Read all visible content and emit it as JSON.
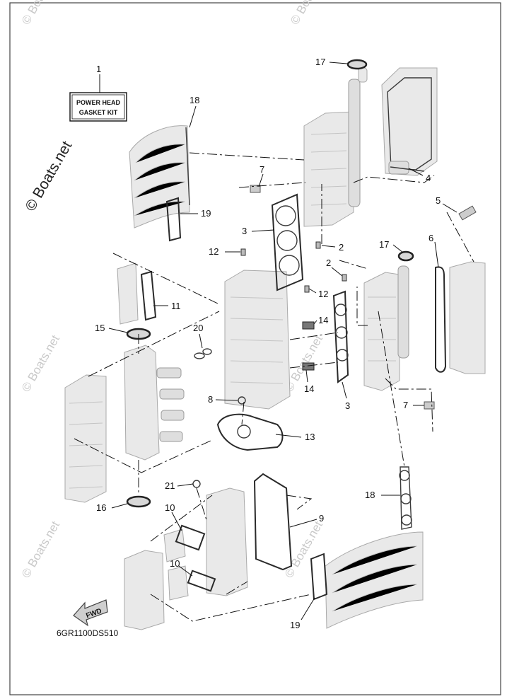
{
  "diagram_code": "6GR1100DS510",
  "kit_label": {
    "line1": "POWER HEAD",
    "line2": "GASKET KIT"
  },
  "fwd_label": "FWD",
  "watermark": {
    "main": "© Boats.net",
    "faint": "© Boats.net"
  },
  "callouts": {
    "c1": "1",
    "c2a": "2",
    "c2b": "2",
    "c3a": "3",
    "c3b": "3",
    "c4": "4",
    "c5": "5",
    "c6": "6",
    "c7a": "7",
    "c7b": "7",
    "c8": "8",
    "c9": "9",
    "c10a": "10",
    "c10b": "10",
    "c11": "11",
    "c12a": "12",
    "c12b": "12",
    "c13": "13",
    "c14a": "14",
    "c14b": "14",
    "c15": "15",
    "c16": "16",
    "c17a": "17",
    "c17b": "17",
    "c18a": "18",
    "c18b": "18",
    "c19a": "19",
    "c19b": "19",
    "c20": "20",
    "c21": "21"
  },
  "colors": {
    "line": "#111111",
    "part_fill": "#e9e9e9",
    "part_stroke": "#a9a9a9",
    "gasket": "#2a2a2a"
  }
}
